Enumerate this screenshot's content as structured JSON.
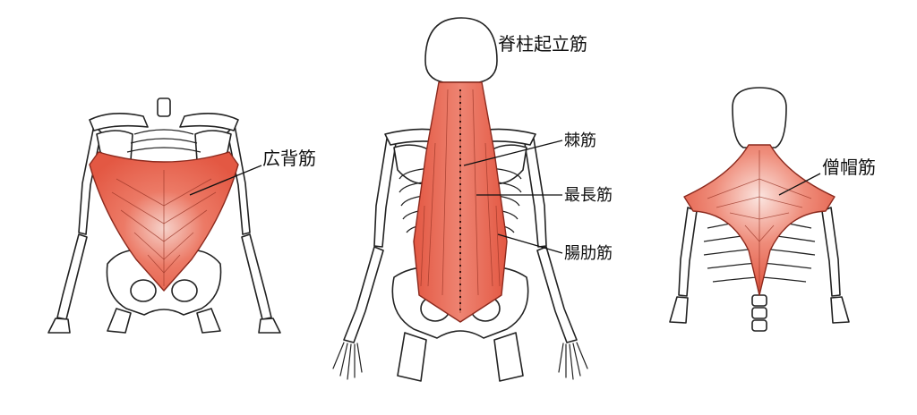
{
  "colors": {
    "muscle": "#e8604a",
    "muscle_light": "#f7c9bf",
    "tendon": "#ffffff",
    "outline": "#222222"
  },
  "figures": [
    {
      "id": "left",
      "label": "広背筋"
    },
    {
      "id": "center",
      "title": "脊柱起立筋",
      "labels": [
        "棘筋",
        "最長筋",
        "腸肋筋"
      ]
    },
    {
      "id": "right",
      "label": "僧帽筋"
    }
  ]
}
